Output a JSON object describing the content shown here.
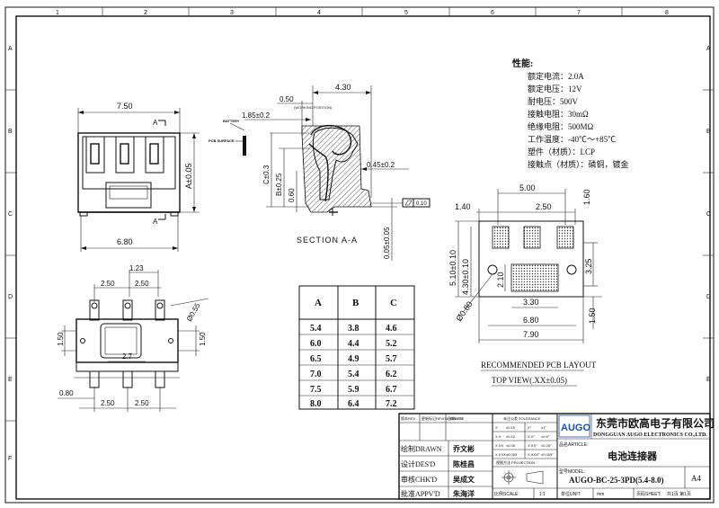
{
  "grid": {
    "cols": [
      "1",
      "2",
      "3",
      "4",
      "5",
      "6",
      "7",
      "8"
    ],
    "rows": [
      "A",
      "B",
      "C",
      "D",
      "E",
      "F"
    ]
  },
  "specs": {
    "title": "性能:",
    "lines": [
      "额定电流：2.0A",
      "额定电压：12V",
      "耐电压：500V",
      "接触电阻：30mΩ",
      "绝缘电阻：500MΩ",
      "工作温度：-40℃～+85℃",
      "塑件（材质）：LCP",
      "接触点（材质）：磷铜，镀金"
    ]
  },
  "front_view": {
    "width_top": "7.50",
    "width_bottom": "6.80",
    "height": "A±0.05",
    "section_mark": "A"
  },
  "section": {
    "dim_top": "4.30",
    "dim_offset": "0.50",
    "dim_working": "1.85±0.2",
    "working_label": "(WORKING\nPOSITION)",
    "battery_label": "BATTERY",
    "pcb_label": "PCB SURFACE",
    "dim_c": "C±0.3",
    "dim_b": "B±0.25",
    "dim_height": "0.60",
    "dim_tail": "0.45±0.2",
    "dim_flat": "0.05±0.05",
    "tolerance_box": "0.10",
    "caption": "SECTION A-A"
  },
  "bottom_view": {
    "dim_123": "1.23",
    "pitch_a": "2.50",
    "pitch_b": "2.50",
    "hole": "Ø0.55",
    "side_left": "1.50",
    "side_right": "1.50",
    "center": "2.7",
    "dim_080": "0.80",
    "pitch_c": "2.50",
    "pitch_d": "2.50"
  },
  "table": {
    "headers": [
      "A",
      "B",
      "C"
    ],
    "rows": [
      [
        "5.4",
        "3.8",
        "4.6"
      ],
      [
        "6.0",
        "4.4",
        "5.2"
      ],
      [
        "6.5",
        "4.9",
        "5.7"
      ],
      [
        "7.0",
        "5.4",
        "6.2"
      ],
      [
        "7.5",
        "5.9",
        "6.7"
      ],
      [
        "8.0",
        "6.4",
        "7.2"
      ]
    ]
  },
  "pcb_layout": {
    "dim_500": "5.00",
    "dim_140": "1.40",
    "dim_250": "2.50",
    "dim_160": "1.60",
    "dim_510": "5.10±0.10",
    "dim_430": "4.30±0.10",
    "dim_325": "3.25",
    "dim_210": "2.10",
    "dim_330": "3.30",
    "dim_680": "6.80",
    "dim_790": "7.90",
    "dim_150": "1.50",
    "hole": "Ø0.80",
    "caption": "RECOMMENDED PCB LAYOUT",
    "subcaption": "TOP VIEW(.XX±0.05)"
  },
  "title_block": {
    "rev_header": "版本REV.",
    "change_header": "更新标记REVISIONNOTE",
    "date_header": "日期DATE",
    "tol_header": "未注公差 TOLERANCE",
    "tol_rows": [
      [
        "X",
        "±0.15",
        "X°",
        "±1°"
      ],
      [
        "X.X",
        "±0.10",
        "X.X°",
        "±0.5°"
      ],
      [
        "X.XX",
        "±0.05",
        "X.XX°",
        "±0.25°"
      ],
      [
        "X.XXX",
        "±0.005",
        "X.XXX°",
        "±0.005°"
      ]
    ],
    "projection": "视图方法 PROJECTION",
    "logo": "AUGO",
    "company_cn": "东莞市欧高电子有限公司",
    "company_en": "DONGGUAN AUGO ELECTRONICS CO.,LTD.",
    "article_label": "品名ARTICLE:",
    "article": "电池连接器",
    "model_label": "型号MODEL:",
    "model": "AUGO-BC-25-3PD(5.4-8.0)",
    "size": "A4",
    "drawn_label": "绘制DRAWN",
    "drawn": "乔文彬",
    "design_label": "设计DES'D",
    "design": "陈桂昌",
    "check_label": "审核CHK'D",
    "check": "吴成文",
    "approve_label": "批准APPV'D",
    "approve": "朱海洋",
    "scale_label": "比例SCALE:",
    "scale": "1:1",
    "unit_label": "单位UNIT:",
    "unit": "mm",
    "sheet_label": "页码SHEET:",
    "sheet": "共1页 第1页"
  },
  "colors": {
    "logo": "#1f4fa3"
  }
}
